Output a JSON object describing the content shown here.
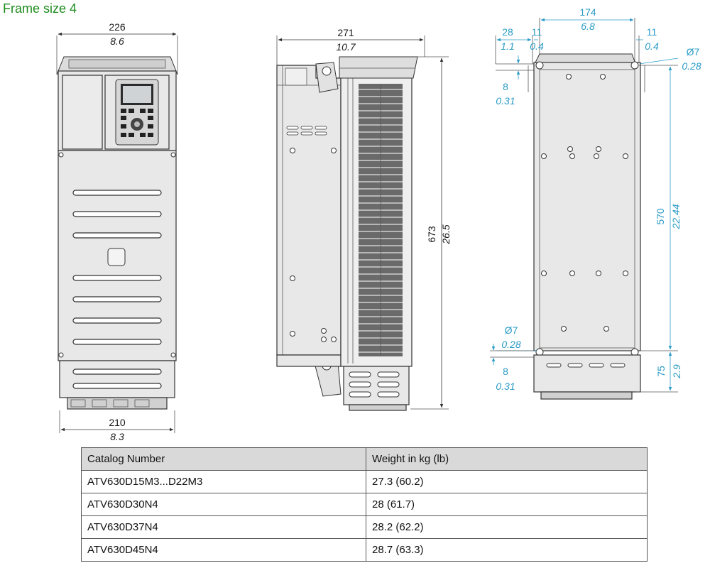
{
  "title": "Frame size 4",
  "front_view": {
    "width_mm": "226",
    "width_in": "8.6",
    "base_mm": "210",
    "base_in": "8.3"
  },
  "side_view": {
    "depth_mm": "271",
    "depth_in": "10.7",
    "height_mm": "673",
    "height_in": "26.5"
  },
  "rear_view": {
    "top_width_mm": "174",
    "top_width_in": "6.8",
    "left_off_mm": "28",
    "left_off_in": "1.1",
    "left_hole_mm": "11",
    "left_hole_in": "0.4",
    "right_hole_mm": "11",
    "right_hole_in": "0.4",
    "top_hole_dia_mm": "Ø7",
    "top_hole_dia_in": "0.28",
    "top_edge_mm": "8",
    "top_edge_in": "0.31",
    "height_mm": "570",
    "height_in": "22.44",
    "bottom_hole_dia_mm": "Ø7",
    "bottom_hole_dia_in": "0.28",
    "bottom_edge_mm": "8",
    "bottom_edge_in": "0.31",
    "bottom_off_mm": "75",
    "bottom_off_in": "2.9"
  },
  "table": {
    "headers": [
      "Catalog Number",
      "Weight in kg (lb)"
    ],
    "rows": [
      [
        "ATV630D15M3...D22M3",
        "27.3 (60.2)"
      ],
      [
        "ATV630D30N4",
        "28 (61.7)"
      ],
      [
        "ATV630D37N4",
        "28.2 (62.2)"
      ],
      [
        "ATV630D45N4",
        "28.7 (63.3)"
      ]
    ]
  }
}
